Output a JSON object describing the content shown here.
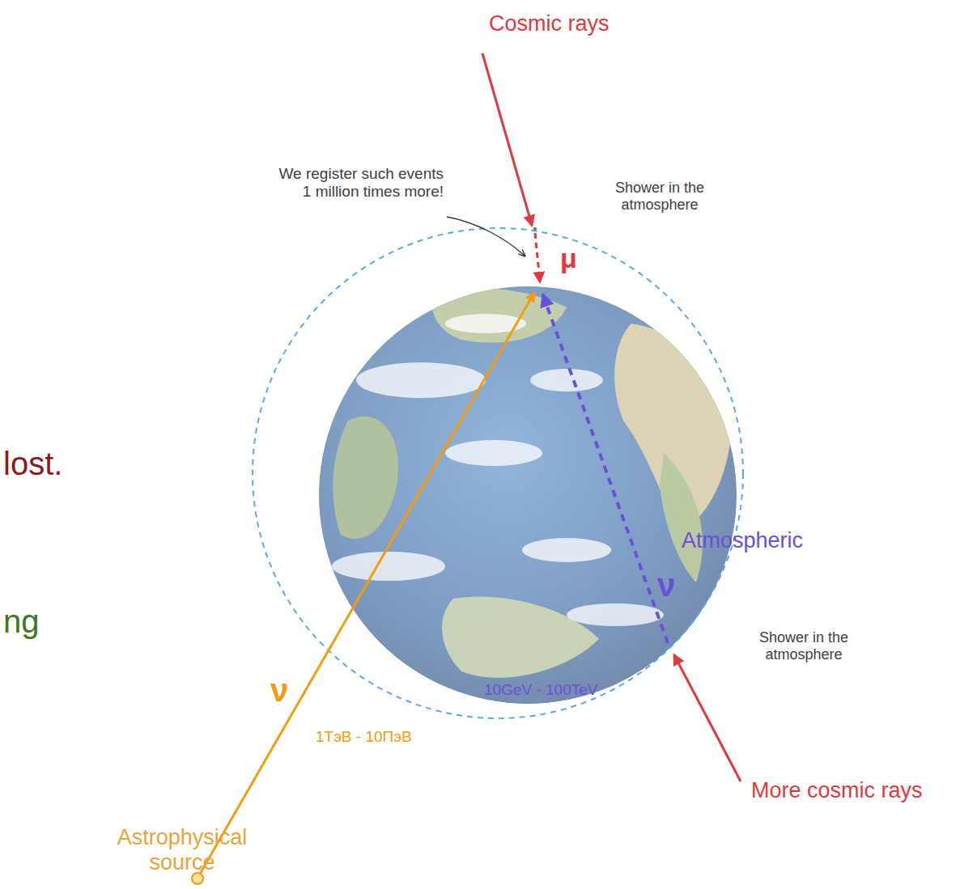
{
  "diagram": {
    "labels": [
      "Cosmic rays",
      "We register such events 1 million times more!",
      "Shower in the atmosphere",
      "μ",
      "lost.",
      "ng",
      "Atmospheric",
      "ν",
      "10GeV - 100TeV",
      "Shower in the atmosphere",
      "ν",
      "1ТэВ - 10ПэВ",
      "More cosmic rays",
      "Astrophysical source"
    ]
  }
}
